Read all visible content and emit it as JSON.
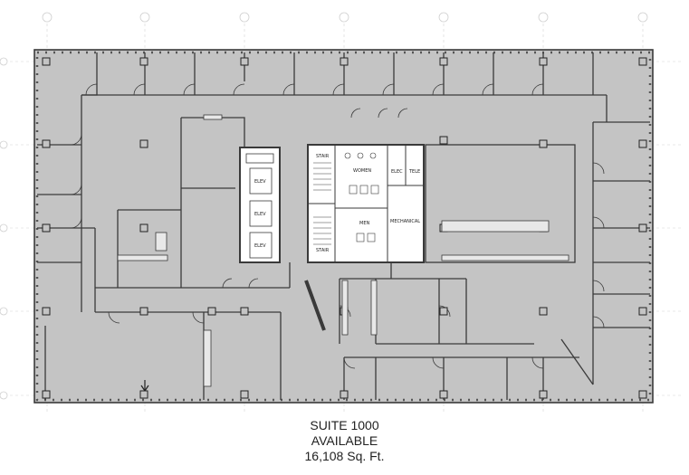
{
  "caption": {
    "suite": "SUITE 1000",
    "status": "AVAILABLE",
    "area": "16,108 Sq. Ft."
  },
  "core_labels": {
    "stair_top": "STAIR",
    "stair_bottom": "STAIR",
    "women": "WOMEN",
    "men": "MEN",
    "elec": "ELEC",
    "tele": "TELE",
    "mechanical": "MECHANICAL",
    "elev_1": "ELEV",
    "elev_2": "ELEV",
    "elev_3": "ELEV"
  },
  "colors": {
    "floor_fill": "#c4c4c4",
    "core_fill": "#ffffff",
    "wall": "#3a3a3a",
    "grid_line": "#cfcfcf"
  }
}
